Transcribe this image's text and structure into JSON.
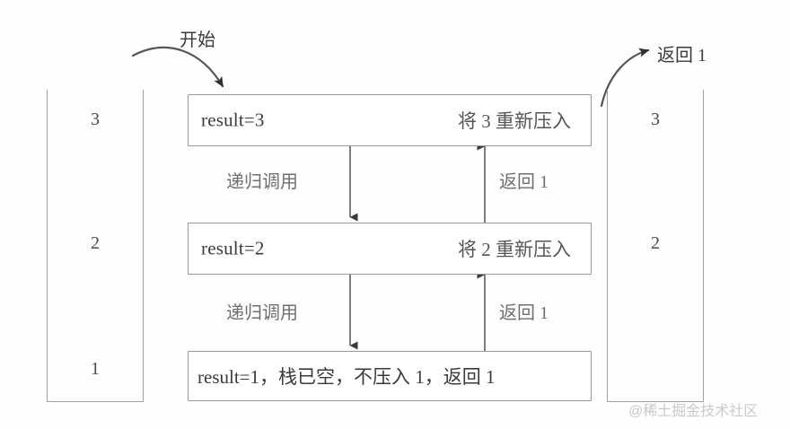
{
  "diagram": {
    "title_alt": "Recursive call stack trace diagram",
    "start_label": "开始",
    "return_top_label": "返回 1",
    "watermark": "@稀土掘金技术社区",
    "colors": {
      "box_border": "#9a9a9a",
      "stack_border": "#a0a0a0",
      "text": "#3a3a3a",
      "muted_text": "#6f6f6f",
      "arrow": "#7d7d7d",
      "background": "#fefefe",
      "watermark": "#c9c9c9"
    },
    "frames": [
      {
        "id": "frame-3",
        "left_text": "result=3",
        "right_text": "将 3 重新压入",
        "has_marker_circle": true
      },
      {
        "id": "frame-2",
        "left_text": "result=2",
        "right_text": "将 2 重新压入",
        "has_marker_circle": true
      },
      {
        "id": "frame-1",
        "full_text": "result=1，栈已空，不压入 1，返回 1",
        "has_marker_circle": false
      }
    ],
    "edges": [
      {
        "id": "edge-down-1",
        "label": "递归调用",
        "direction": "down"
      },
      {
        "id": "edge-up-1",
        "label": "返回 1",
        "direction": "up"
      },
      {
        "id": "edge-down-2",
        "label": "递归调用",
        "direction": "down"
      },
      {
        "id": "edge-up-2",
        "label": "返回 1",
        "direction": "up"
      }
    ],
    "stacks": [
      {
        "id": "stack-left",
        "values": [
          "3",
          "2",
          "1"
        ]
      },
      {
        "id": "stack-right",
        "values": [
          "3",
          "2"
        ]
      }
    ]
  }
}
